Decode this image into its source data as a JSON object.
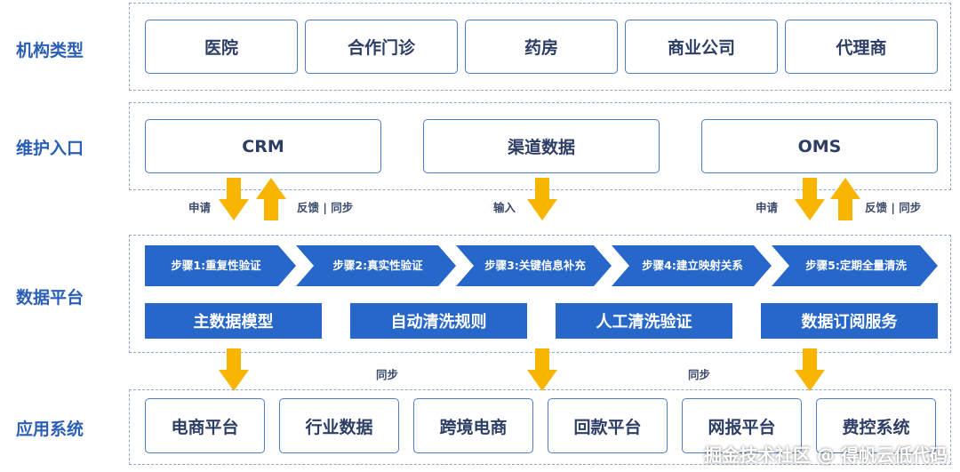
{
  "rows": {
    "institution": {
      "label": "机构类型",
      "items": [
        "医院",
        "合作门诊",
        "药房",
        "商业公司",
        "代理商"
      ]
    },
    "entry": {
      "label": "维护入口",
      "items": [
        "CRM",
        "渠道数据",
        "OMS"
      ]
    },
    "platform": {
      "label": "数据平台",
      "steps": [
        "步骤1:重复性验证",
        "步骤2:真实性验证",
        "步骤3:关键信息补充",
        "步骤4:建立映射关系",
        "步骤5:定期全量清洗"
      ],
      "features": [
        "主数据模型",
        "自动清洗规则",
        "人工清洗验证",
        "数据订阅服务"
      ]
    },
    "apps": {
      "label": "应用系统",
      "items": [
        "电商平台",
        "行业数据",
        "跨境电商",
        "回款平台",
        "网报平台",
        "费控系统"
      ]
    }
  },
  "arrows": {
    "apply_left": "申请",
    "feedback_left": "反馈 | 同步",
    "input_middle": "输入",
    "apply_right": "申请",
    "feedback_right": "反馈 | 同步",
    "sync_left": "同步",
    "sync_right": "同步"
  },
  "watermark": "掘金技术社区 @ 得帆云低代码",
  "colors": {
    "accent": "#2767c9",
    "label": "#2b5fb6",
    "arrow": "#f7b500",
    "border": "#4f7cc2"
  }
}
